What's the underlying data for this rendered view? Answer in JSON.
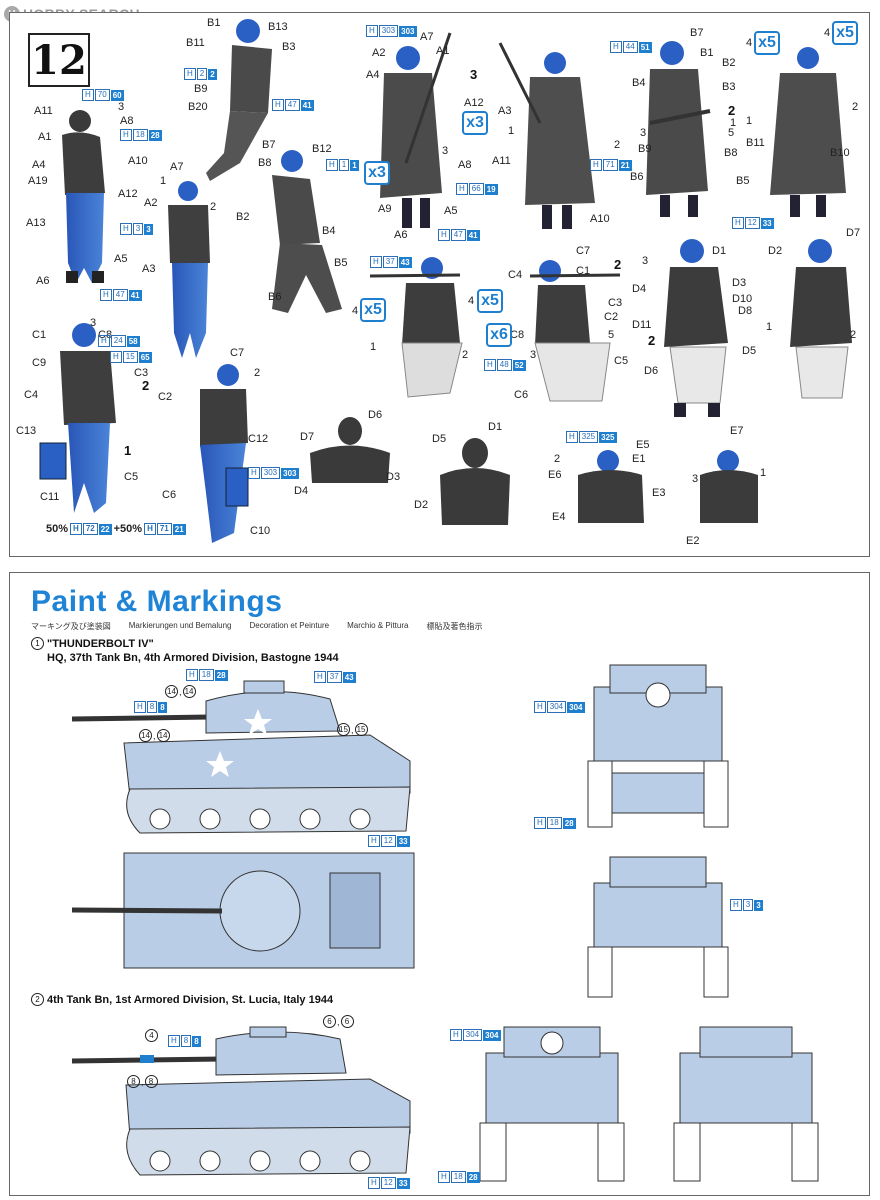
{
  "watermark": {
    "logo": "H",
    "text": "HOBBY SEARCH"
  },
  "step": "12",
  "figures": {
    "figA": {
      "labels": [
        "A11",
        "3",
        "A8",
        "A1",
        "A10",
        "A4",
        "A19",
        "A12",
        "A13",
        "A5",
        "A6",
        "A7",
        "1",
        "2",
        "A2",
        "A3"
      ],
      "paints": [
        [
          "H",
          "70",
          "60"
        ],
        [
          "H",
          "18",
          "28"
        ],
        [
          "H",
          "3",
          "3"
        ],
        [
          "H",
          "47",
          "41"
        ]
      ]
    },
    "figB": {
      "labels": [
        "B1",
        "B13",
        "B11",
        "B3",
        "B9",
        "B20",
        "B7",
        "B12",
        "B8",
        "B2",
        "B4",
        "B5",
        "B6",
        "1"
      ],
      "paints": [
        [
          "H",
          "2",
          "2"
        ],
        [
          "H",
          "47",
          "41"
        ],
        [
          "H",
          "1",
          "1"
        ]
      ]
    },
    "figAWinter": {
      "labels": [
        "A7",
        "A2",
        "A1",
        "A4",
        "3",
        "A12",
        "3",
        "A8",
        "A9",
        "A5",
        "A6"
      ],
      "x": [
        "x3",
        "x3"
      ],
      "paints": [
        [
          "H",
          "303",
          "303"
        ],
        [
          "H",
          "66",
          "19"
        ],
        [
          "H",
          "47",
          "41"
        ]
      ]
    },
    "figABack": {
      "labels": [
        "A3",
        "1",
        "2",
        "A11",
        "A10"
      ],
      "paints": [
        [
          "H",
          "71",
          "21"
        ]
      ]
    },
    "figBWinter": {
      "labels": [
        "B7",
        "B1",
        "B2",
        "B4",
        "B3",
        "2",
        "1",
        "3",
        "5",
        "B9",
        "B8",
        "B6",
        "B5"
      ],
      "paints": [
        [
          "H",
          "44",
          "51"
        ]
      ]
    },
    "figBBack": {
      "labels": [
        "4",
        "4",
        "2",
        "1",
        "B11",
        "B10"
      ],
      "x": [
        "x5",
        "x5"
      ],
      "paints": [
        [
          "H",
          "12",
          "33"
        ]
      ]
    },
    "figC": {
      "labels": [
        "C1",
        "3",
        "C8",
        "C9",
        "C3",
        "2",
        "C4",
        "C13",
        "1",
        "C5",
        "C11",
        "C7",
        "2",
        "C2",
        "C12",
        "C6",
        "C10"
      ],
      "paints": [
        [
          "H",
          "24",
          "58"
        ],
        [
          "H",
          "15",
          "65"
        ],
        [
          "H",
          "303",
          "303"
        ]
      ],
      "pct": {
        "a": "50%",
        "b": "+50%",
        "pa": [
          "H",
          "72",
          "22"
        ],
        "pb": [
          "H",
          "71",
          "21"
        ]
      }
    },
    "figD": {
      "labels": [
        "4",
        "4",
        "1",
        "2",
        "C4",
        "C7",
        "C1",
        "2",
        "C3",
        "C2",
        "C8",
        "5",
        "3",
        "C5",
        "C6",
        "D1",
        "3",
        "D3",
        "D4",
        "D10",
        "D8",
        "D11",
        "2",
        "D5",
        "D6",
        "D2",
        "D7",
        "1",
        "2"
      ],
      "x": [
        "x5",
        "x5",
        "x6"
      ],
      "paints": [
        [
          "H",
          "37",
          "43"
        ],
        [
          "H",
          "48",
          "52"
        ]
      ]
    },
    "figBust": {
      "labels": [
        "D7",
        "D6",
        "D3",
        "D4",
        "D1",
        "D5",
        "D2",
        "E5",
        "E1",
        "2",
        "E6",
        "E3",
        "E4",
        "E7",
        "3",
        "1",
        "E2"
      ],
      "paints": [
        [
          "H",
          "325",
          "325"
        ]
      ]
    }
  },
  "markings": {
    "title": "Paint & Markings",
    "languages": [
      "マーキング及び塗装図",
      "Markierungen und Bemalung",
      "Decoration et Peinture",
      "Marchio & Pittura",
      "標貼及著色指示"
    ],
    "scheme1": {
      "num": "1",
      "name": "\"THUNDERBOLT IV\"",
      "unit": "HQ, 37th Tank Bn, 4th Armored Division, Bastogne 1944",
      "marks": [
        "14",
        "14",
        "14",
        "14",
        "15",
        "15"
      ],
      "paints": [
        [
          "H",
          "18",
          "28"
        ],
        [
          "H",
          "37",
          "43"
        ],
        [
          "H",
          "8",
          "8"
        ],
        [
          "H",
          "12",
          "33"
        ],
        [
          "H",
          "304",
          "304"
        ],
        [
          "H",
          "18",
          "28"
        ],
        [
          "H",
          "3",
          "3"
        ]
      ]
    },
    "scheme2": {
      "num": "2",
      "unit": "4th Tank Bn, 1st Armored Division, St. Lucia, Italy 1944",
      "marks": [
        "4",
        "6",
        "6",
        "8",
        "8"
      ],
      "paints": [
        [
          "H",
          "8",
          "8"
        ],
        [
          "H",
          "12",
          "33"
        ],
        [
          "H",
          "304",
          "304"
        ],
        [
          "H",
          "18",
          "28"
        ]
      ]
    }
  },
  "colors": {
    "uniform": "#2f63c0",
    "helmet": "#2a5fc4",
    "tank": "#b9cde6",
    "accent": "#1f7fcf"
  }
}
